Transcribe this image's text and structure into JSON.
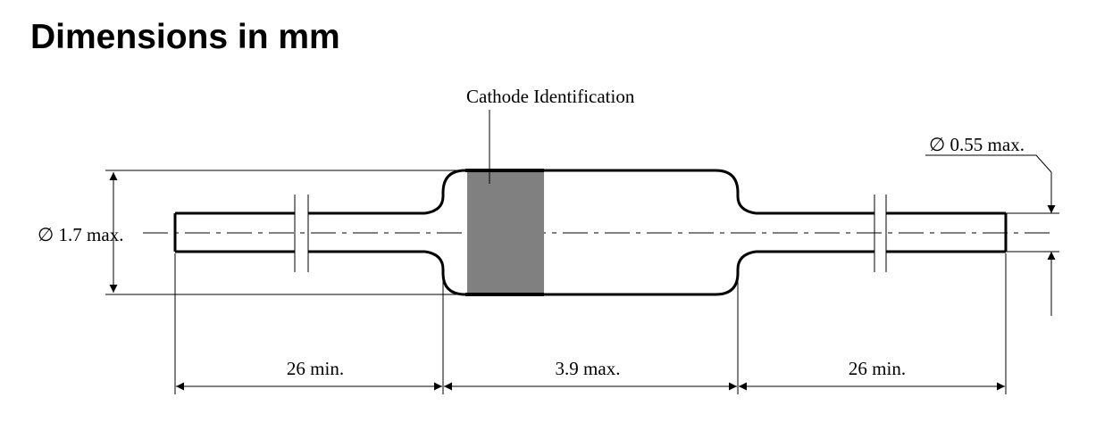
{
  "title": "Dimensions in mm",
  "labels": {
    "cathode": "Cathode Identification",
    "lead_diameter": "∅ 0.55 max.",
    "body_diameter": "∅ 1.7 max.",
    "lead_left_length": "26 min.",
    "body_length": "3.9 max.",
    "lead_right_length": "26 min."
  },
  "colors": {
    "stroke": "#000000",
    "cathode_band": "#808080",
    "background": "#ffffff"
  }
}
